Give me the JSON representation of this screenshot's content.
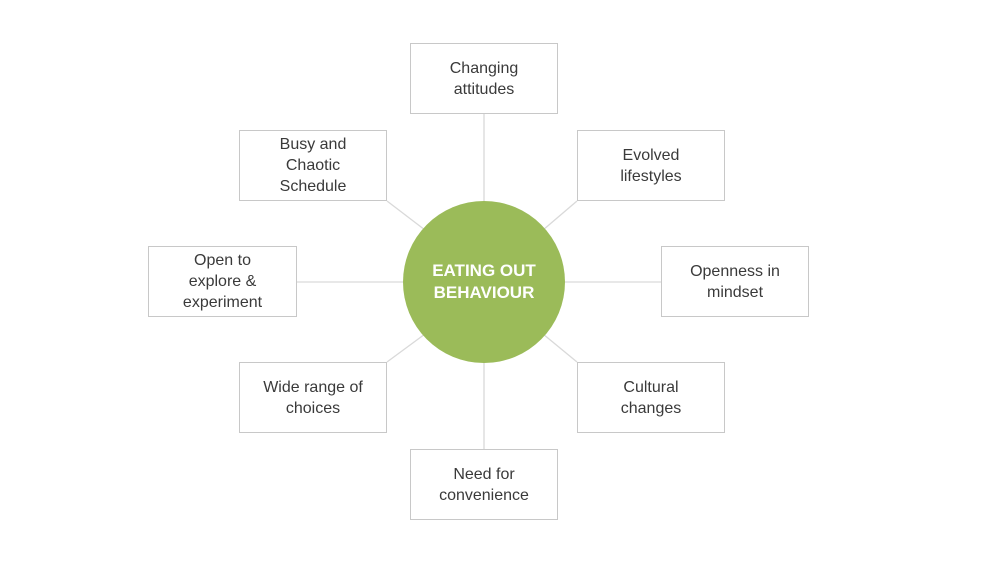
{
  "diagram": {
    "center_label": "EATING OUT\nBEHAVIOUR",
    "nodes": [
      "Changing\nattitudes",
      "Evolved\nlifestyles",
      "Openness in\nmindset",
      "Cultural\nchanges",
      "Need for\nconvenience",
      "Wide range of\nchoices",
      "Open to\nexplore &\nexperiment",
      "Busy and\nChaotic\nSchedule"
    ],
    "colors": {
      "hub": "#9bbb59",
      "hub_text": "#ffffff",
      "node_border": "#c8c8c8",
      "node_text": "#3a3a3a",
      "connector": "#d9d9d9"
    }
  }
}
